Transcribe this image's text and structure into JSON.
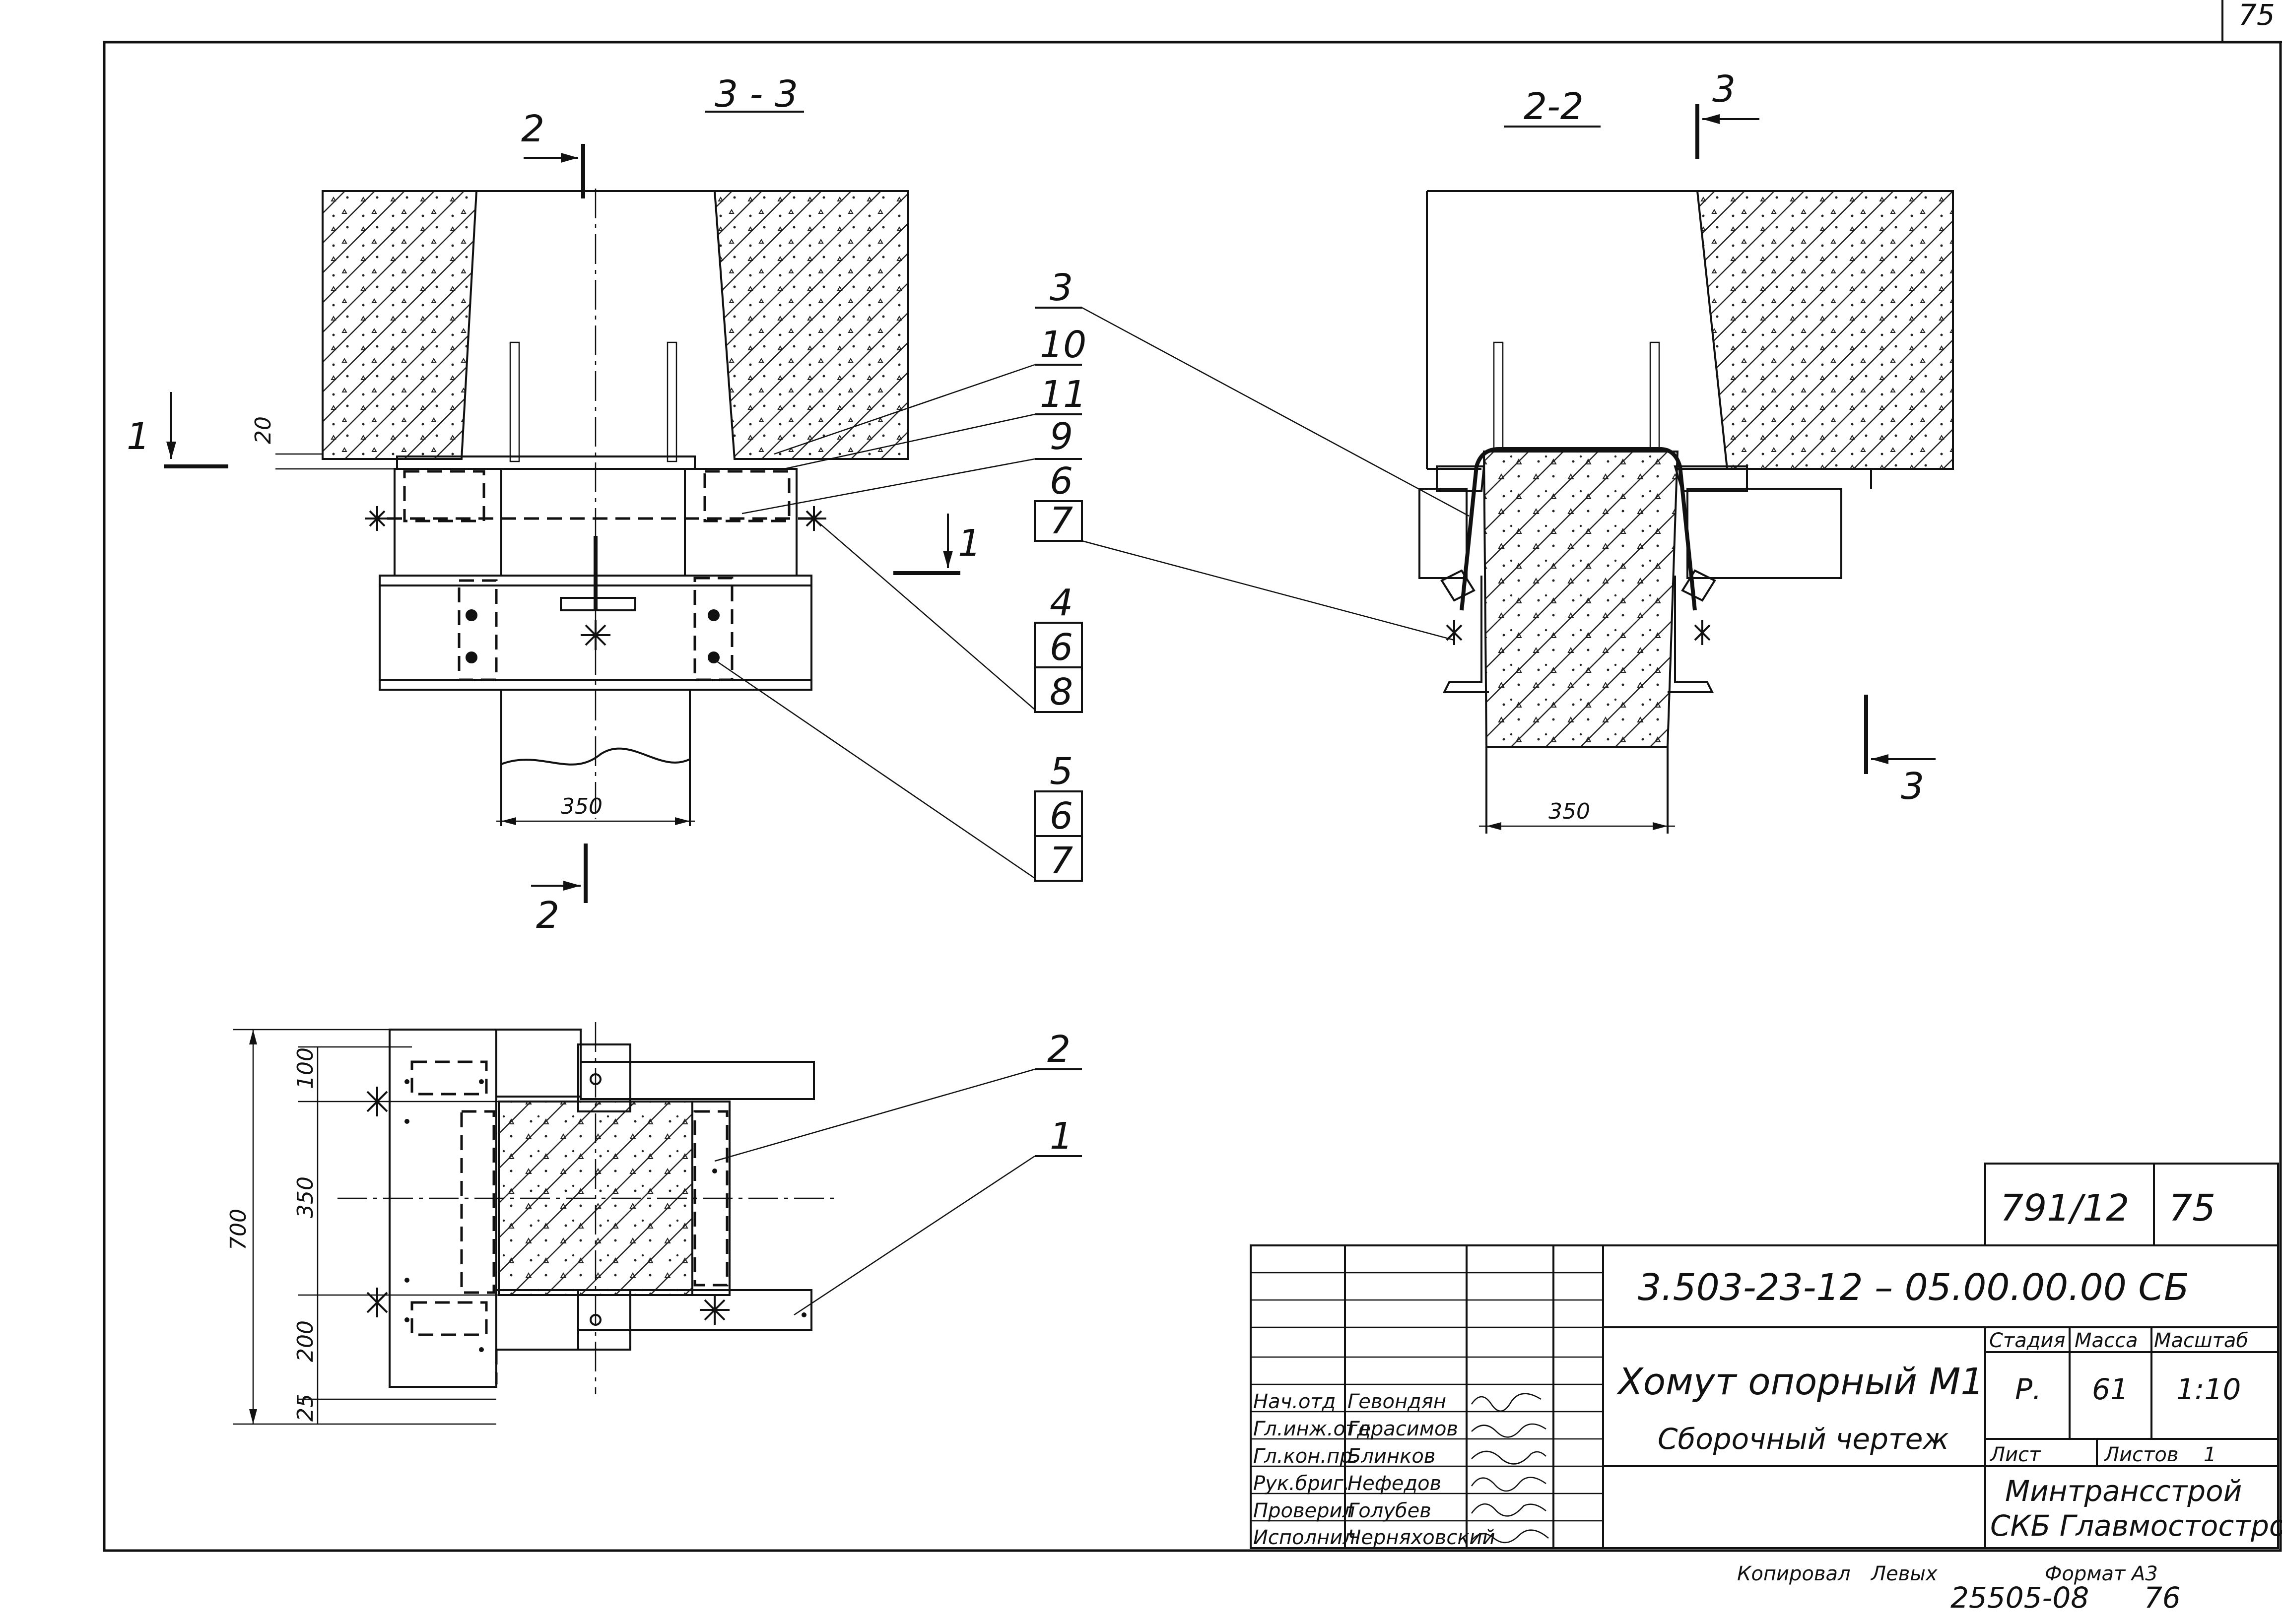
{
  "page_number": "75",
  "sections": {
    "s33": "3 - 3",
    "s22": "2-2",
    "cut1": "1",
    "cut2": "2",
    "cut3": "3"
  },
  "callouts": [
    "3",
    "10",
    "11",
    "9",
    "6",
    "7",
    "4",
    "6",
    "8",
    "5",
    "6",
    "7",
    "2",
    "1"
  ],
  "dimensions": {
    "d20": "20",
    "d350_a": "350",
    "d350_b": "350",
    "d100": "100",
    "d350_plan": "350",
    "d200": "200",
    "d25": "25",
    "d700": "700"
  },
  "title_block": {
    "sheet_ref": "791/12",
    "sheet_ref_num": "75",
    "doc_code": "3.503-23-12 – 05.00.00.00 СБ",
    "title": "Хомут опорный М1",
    "subtitle": "Сборочный чертеж",
    "stage_header": "Стадия",
    "mass_header": "Масса",
    "scale_header": "Масштаб",
    "stage": "Р.",
    "mass": "61",
    "scale": "1:10",
    "sheet_label": "Лист",
    "sheets_label": "Листов",
    "sheets_count": "1",
    "org_line1": "Минтрансстрой",
    "org_line2": "СКБ Главмостостроя",
    "staff": [
      {
        "role": "Нач.отд",
        "name": "Гевондян"
      },
      {
        "role": "Гл.инж.отд",
        "name": "Герасимов"
      },
      {
        "role": "Гл.кон.пр.",
        "name": "Блинков"
      },
      {
        "role": "Рук.бриг.",
        "name": "Нефедов"
      },
      {
        "role": "Проверил",
        "name": "Голубев"
      },
      {
        "role": "Исполнил",
        "name": "Черняховский"
      }
    ]
  },
  "footer": {
    "copied": "Копировал",
    "copied_by": "Левых",
    "format": "Формат А3",
    "inventory": "25505-08",
    "inventory_page": "76"
  }
}
